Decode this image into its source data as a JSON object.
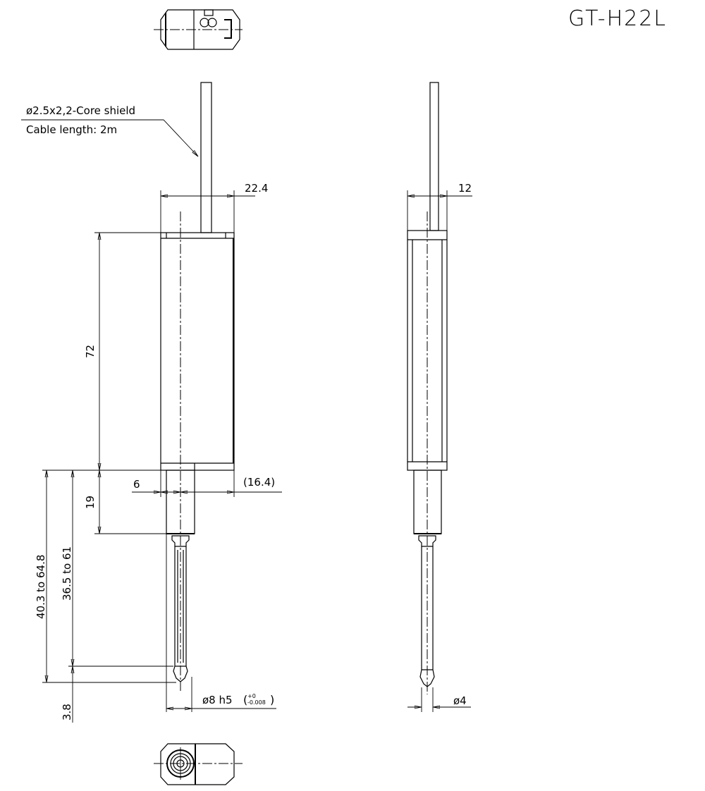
{
  "title": "GT-H22L",
  "cable_note": {
    "line1": "ø2.5x2,2-Core shield",
    "line2": "Cable length: 2m"
  },
  "front_view": {
    "width_dim": "22.4",
    "body_length_dim": "72",
    "stem_length_dim": "19",
    "stem_offset_dim": "6",
    "ref_dim": "(16.4)",
    "stroke_range_outer": "40.3 to 64.8",
    "stroke_range_inner": "36.5 to 61",
    "tip_dim": "3.8",
    "rod_dia": "ø8 h5",
    "tol_upper": "+0",
    "tol_lower": "-0.008"
  },
  "side_view": {
    "width_dim": "12",
    "tip_dia": "ø4"
  }
}
